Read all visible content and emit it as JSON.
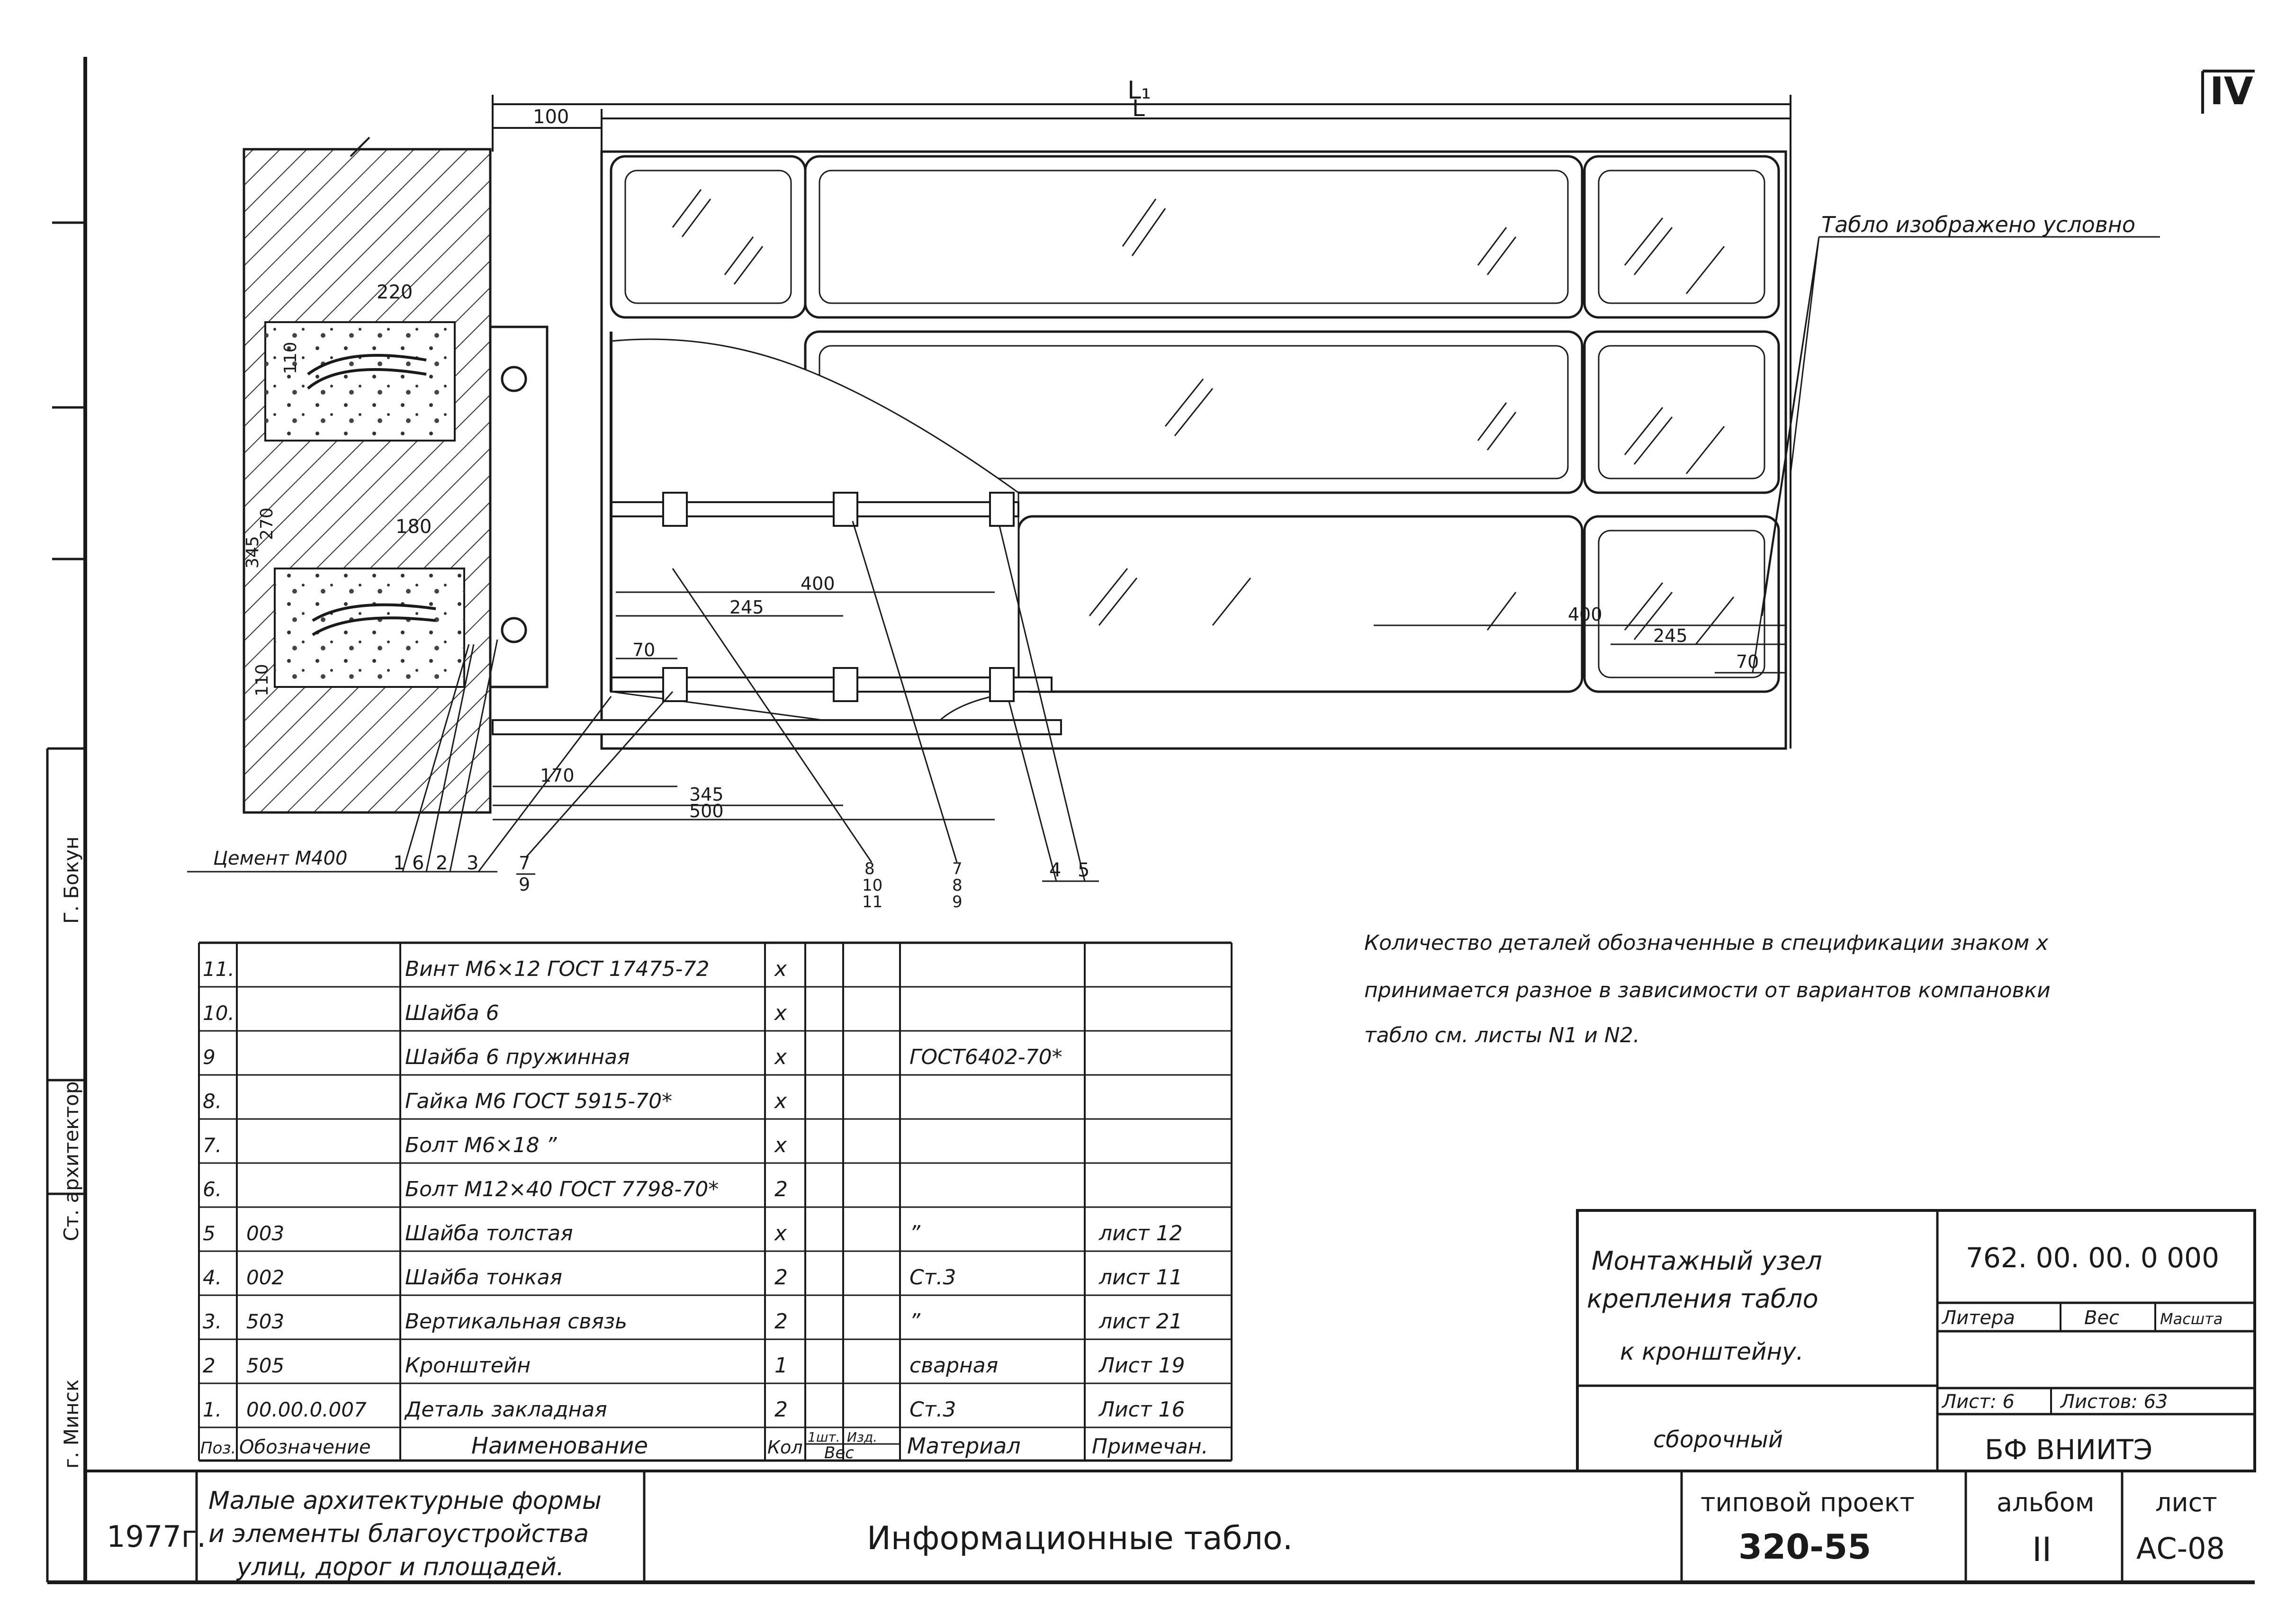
{
  "sheet_mark": "IV",
  "dims": {
    "L1": "L₁",
    "L": "L",
    "d100": "100",
    "d220": "220",
    "d110": "110",
    "d180": "180",
    "d270": "270",
    "d345v": "345",
    "d110b": "110",
    "d400": "400",
    "d245": "245",
    "d70": "70",
    "d170": "170",
    "d345": "345",
    "d500": "500",
    "r400": "400",
    "r245": "245",
    "r70": "70"
  },
  "callout_tablo": "Табло изображено условно",
  "callout_cement": "Цемент М400",
  "leaders": [
    "1",
    "6",
    "2",
    "3"
  ],
  "frac_7_9": {
    "num": "7",
    "den": "9"
  },
  "stack_8_10_11": [
    "8",
    "10",
    "11"
  ],
  "stack_7_8_9": [
    "7",
    "8",
    "9"
  ],
  "leader_4": "4",
  "leader_5": "5",
  "note": [
    "Количество деталей обозначенные в спецификации знаком x",
    "принимается разное в зависимости от вариантов компановки",
    "табло см. листы N1 и N2."
  ],
  "spec": {
    "headers": {
      "pos": "Поз.",
      "designation": "Обозначение",
      "name": "Наименование",
      "qty": "Кол",
      "weight_unit": "1шт.",
      "weight_prod": "Изд.",
      "weight": "Вес",
      "material": "Материал",
      "remark": "Примечан."
    },
    "rows": [
      {
        "pos": "11.",
        "designation": "",
        "name": "Винт  М6×12 ГОСТ 17475-72",
        "qty": "x",
        "material": "",
        "remark": ""
      },
      {
        "pos": "10.",
        "designation": "",
        "name": "Шайба 6",
        "qty": "x",
        "material": "",
        "remark": ""
      },
      {
        "pos": "9",
        "designation": "",
        "name": "Шайба 6  пружинная",
        "qty": "x",
        "material": "ГОСТ6402-70*",
        "remark": ""
      },
      {
        "pos": "8.",
        "designation": "",
        "name": "Гайка  М6 ГОСТ 5915-70*",
        "qty": "x",
        "material": "",
        "remark": ""
      },
      {
        "pos": "7.",
        "designation": "",
        "name": "Болт  М6×18        ”",
        "qty": "x",
        "material": "",
        "remark": ""
      },
      {
        "pos": "6.",
        "designation": "",
        "name": "Болт  М12×40 ГОСТ 7798-70*",
        "qty": "2",
        "material": "",
        "remark": ""
      },
      {
        "pos": "5",
        "designation": "003",
        "name": "Шайба  толстая",
        "qty": "x",
        "material": "”",
        "remark": "лист 12"
      },
      {
        "pos": "4.",
        "designation": "002",
        "name": "Шайба  тонкая",
        "qty": "2",
        "material": "Ст.3",
        "remark": "лист 11"
      },
      {
        "pos": "3.",
        "designation": "503",
        "name": "Вертикальная связь",
        "qty": "2",
        "material": "”",
        "remark": "лист 21"
      },
      {
        "pos": "2",
        "designation": "505",
        "name": "Кронштейн",
        "qty": "1",
        "material": "сварная",
        "remark": "Лист 19"
      },
      {
        "pos": "1.",
        "designation": "00.00.0.007",
        "name": "Деталь  закладная",
        "qty": "2",
        "material": "Ст.3",
        "remark": "Лист 16"
      }
    ]
  },
  "stamp": {
    "title": [
      "Монтажный  узел",
      "крепления  табло",
      "к  кронштейну."
    ],
    "doc_type": "сборочный",
    "code": "762. 00. 00. 0 000",
    "litera": "Литера",
    "ves": "Вес",
    "masshtab": "Масшта",
    "list": "Лист: 6",
    "listov": "Листов: 63",
    "org": "БФ ВНИИТЭ"
  },
  "bottom": {
    "year": "1977г.",
    "series": [
      "Малые архитектурные формы",
      "и элементы благоустройства",
      "улиц, дорог  и площадей."
    ],
    "title": "Информационные  табло.",
    "proj_label": "типовой проект",
    "proj_num": "320-55",
    "album_label": "альбом",
    "album_num": "II",
    "sheet_label": "лист",
    "sheet_num": "АС-08"
  },
  "side": {
    "role": "Ст. архитектор",
    "name": "Г. Бокун",
    "city": "г. Минск"
  }
}
